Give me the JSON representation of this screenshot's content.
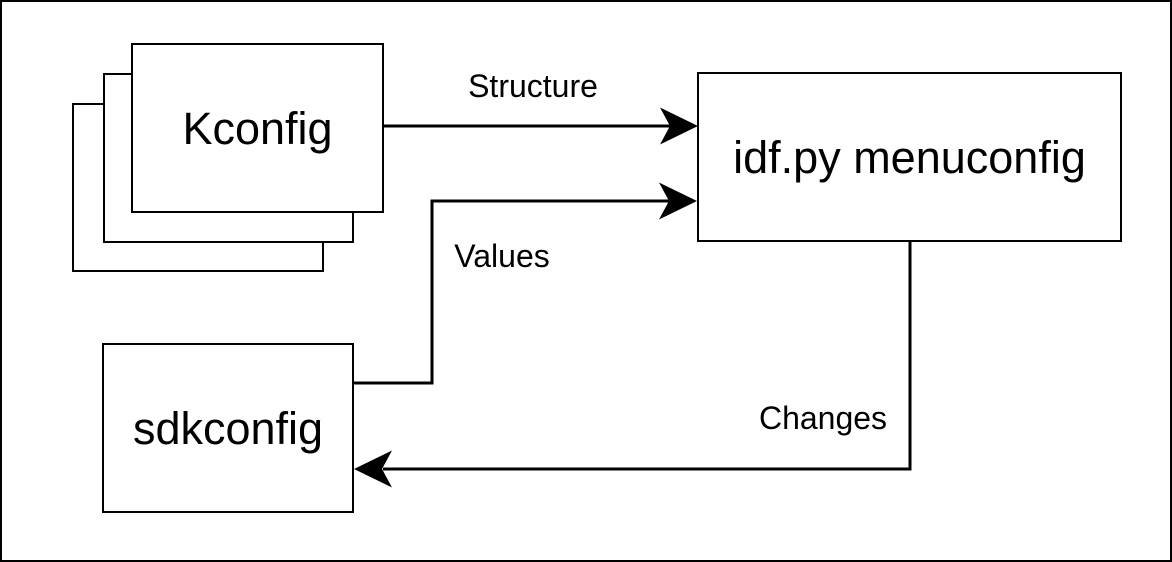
{
  "nodes": {
    "kconfig": {
      "label": "Kconfig"
    },
    "menuconfig": {
      "label": "idf.py menuconfig"
    },
    "sdkconfig": {
      "label": "sdkconfig"
    }
  },
  "edges": {
    "structure": {
      "label": "Structure",
      "from": "kconfig",
      "to": "menuconfig"
    },
    "values": {
      "label": "Values",
      "from": "sdkconfig",
      "to": "menuconfig"
    },
    "changes": {
      "label": "Changes",
      "from": "menuconfig",
      "to": "sdkconfig"
    }
  },
  "colors": {
    "stroke": "#000000",
    "fill": "#ffffff"
  }
}
